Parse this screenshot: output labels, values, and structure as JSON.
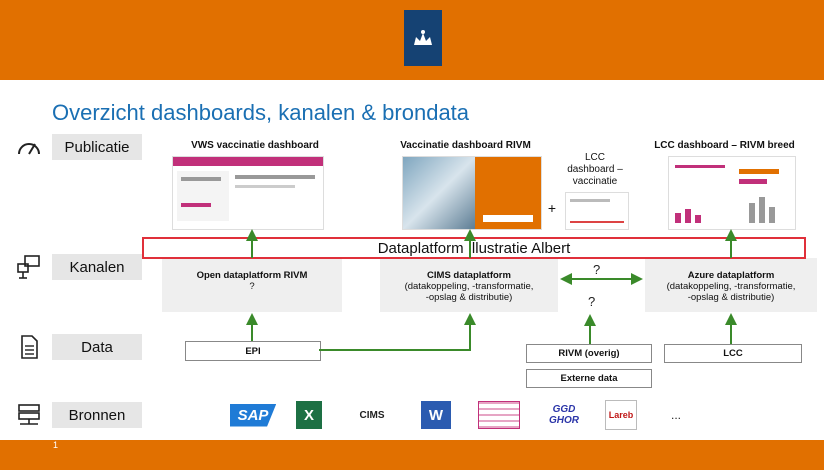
{
  "title": "Overzicht dashboards, kanalen & brondata",
  "page_number": "1",
  "rows": {
    "publicatie": "Publicatie",
    "kanalen": "Kanalen",
    "data": "Data",
    "bronnen": "Bronnen"
  },
  "dashboards": {
    "vws": "VWS  vaccinatie dashboard",
    "rivm": "Vaccinatie dashboard RIVM",
    "lcc": "LCC dashboard – RIVM breed",
    "lcc_vacc": "LCC\ndashboard –\nvaccinatie",
    "plus": "+"
  },
  "banner": "Dataplatform Illustratie Albert",
  "channels": {
    "open_title": "Open dataplatform RIVM",
    "open_sub": "?",
    "cims_title": "CIMS dataplatform",
    "cims_sub": "(datakoppeling, -transformatie,\n-opslag & distributie)",
    "azure_title": "Azure dataplatform",
    "azure_sub": "(datakoppeling, -transformatie,\n-opslag & distributie)",
    "q_between": "?",
    "q_below": "?"
  },
  "data_boxes": {
    "epi": "EPI",
    "rivm_overig": "RIVM (overig)",
    "externe": "Externe data",
    "lcc": "LCC"
  },
  "sources": {
    "sap": "SAP",
    "excel": "X",
    "cims": "CIMS",
    "word": "W",
    "ggd": "GGD GHOR",
    "lareb": "Lareb",
    "more": "..."
  },
  "colors": {
    "orange": "#e17000",
    "title_blue": "#1a6fb3",
    "arrow_green": "#3a8a2a",
    "banner_red": "#e0303a"
  }
}
